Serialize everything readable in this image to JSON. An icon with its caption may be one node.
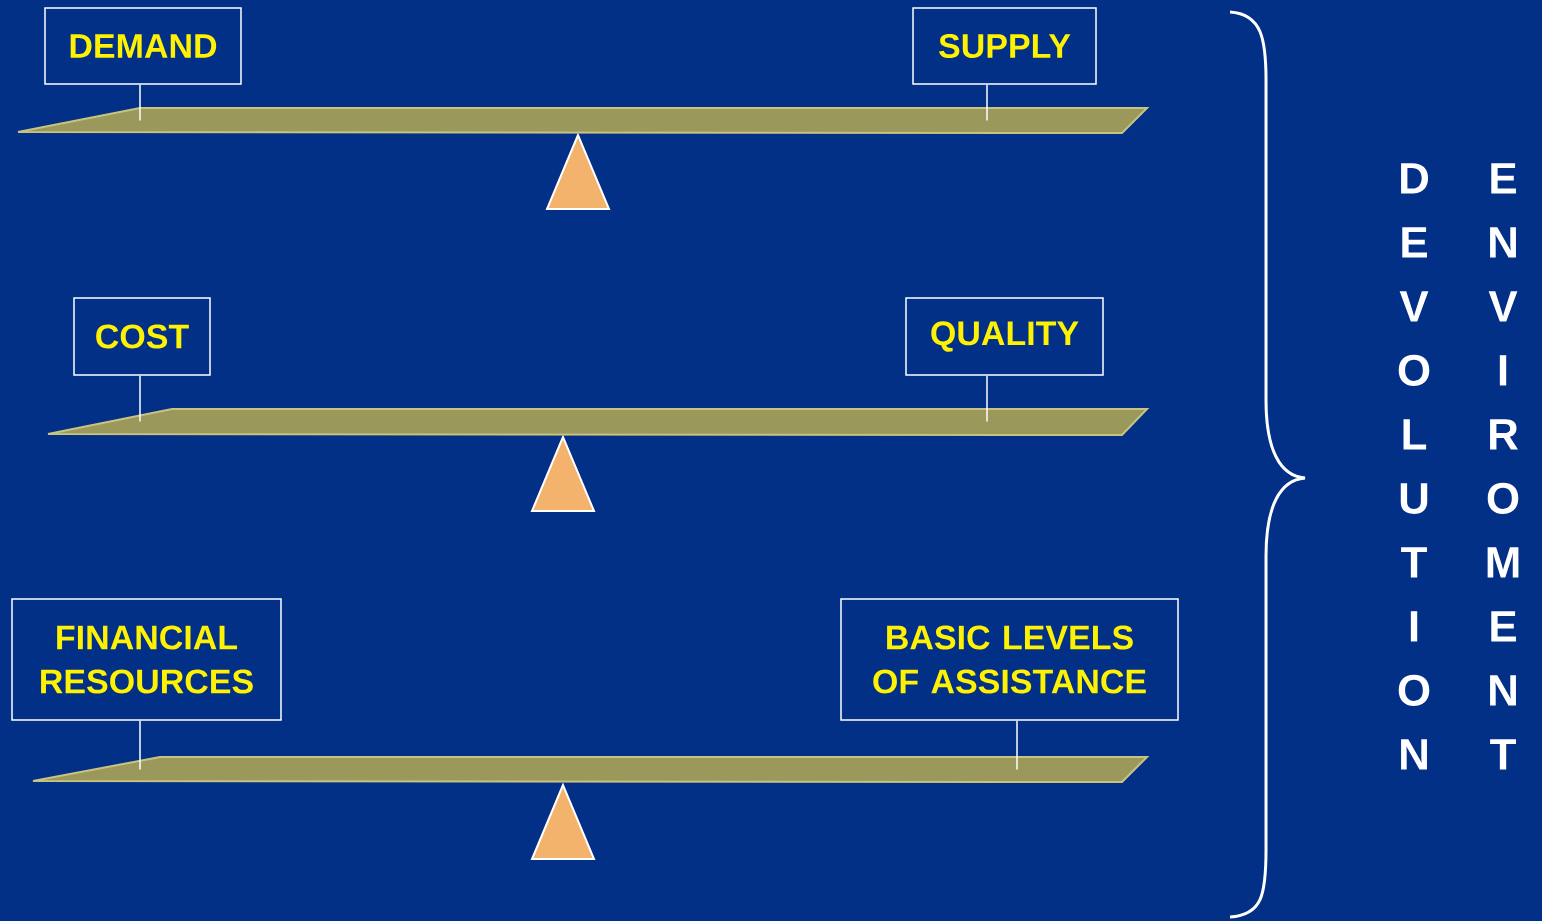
{
  "diagram": {
    "nodes": [
      {
        "text": [
          "DEMAND"
        ]
      },
      {
        "text": [
          "SUPPLY"
        ]
      },
      {
        "text": [],
        "shape": "bar"
      },
      {
        "text": [
          "COST"
        ]
      },
      {
        "text": [
          "QUALITY"
        ]
      },
      {
        "text": [],
        "shape": "bar"
      },
      {
        "text": [
          "FINANCIAL RESOURCES"
        ]
      },
      {
        "text": [
          "BASIC LEVELS OF ASSISTANCE"
        ]
      },
      {
        "text": [],
        "shape": "bar"
      }
    ],
    "edges": [
      {
        "from": 0,
        "to": 2,
        "arrow": "none"
      },
      {
        "from": 1,
        "to": 2,
        "arrow": "none"
      },
      {
        "from": 3,
        "to": 5,
        "arrow": "none"
      },
      {
        "from": 4,
        "to": 5,
        "arrow": "none"
      },
      {
        "from": 6,
        "to": 8,
        "arrow": "none"
      },
      {
        "from": 7,
        "to": 8,
        "arrow": "none"
      }
    ],
    "labels": [
      "DEVOLUTION",
      "ENVIROMENT"
    ]
  }
}
